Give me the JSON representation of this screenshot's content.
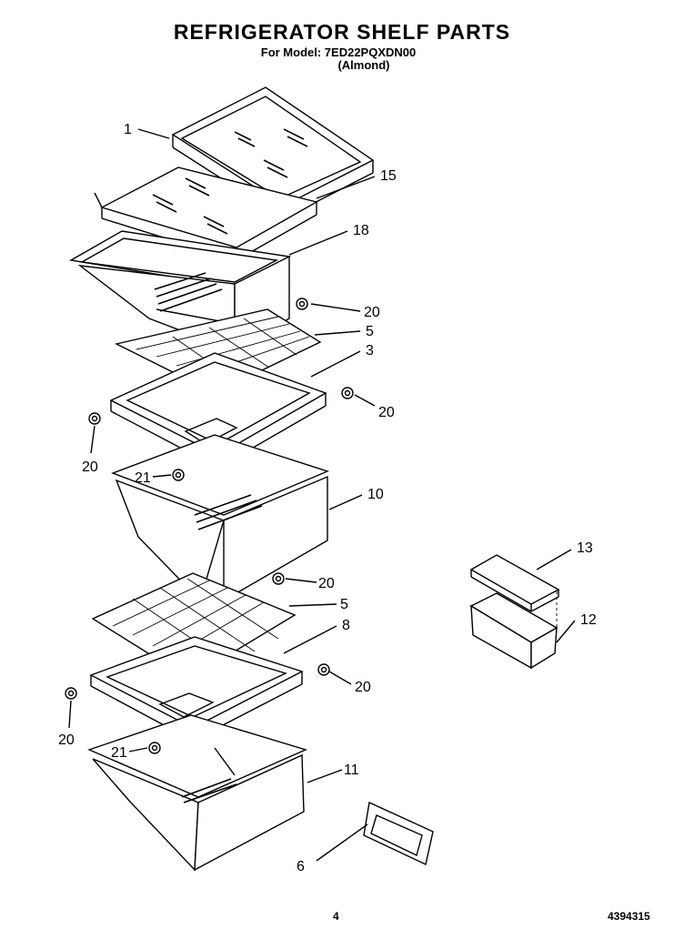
{
  "header": {
    "title": "REFRIGERATOR SHELF PARTS",
    "model_line": "For Model: 7ED22PQXDN00",
    "color_line": "(Almond)"
  },
  "callouts": {
    "c1": "1",
    "c15": "15",
    "c18": "18",
    "c20a": "20",
    "c5a": "5",
    "c3": "3",
    "c20b": "20",
    "c20c": "20",
    "c21a": "21",
    "c10": "10",
    "c13": "13",
    "c20d": "20",
    "c5b": "5",
    "c12": "12",
    "c8": "8",
    "c20e": "20",
    "c20f": "20",
    "c21b": "21",
    "c11": "11",
    "c6": "6"
  },
  "footer": {
    "page_number": "4",
    "document_number": "4394315"
  }
}
